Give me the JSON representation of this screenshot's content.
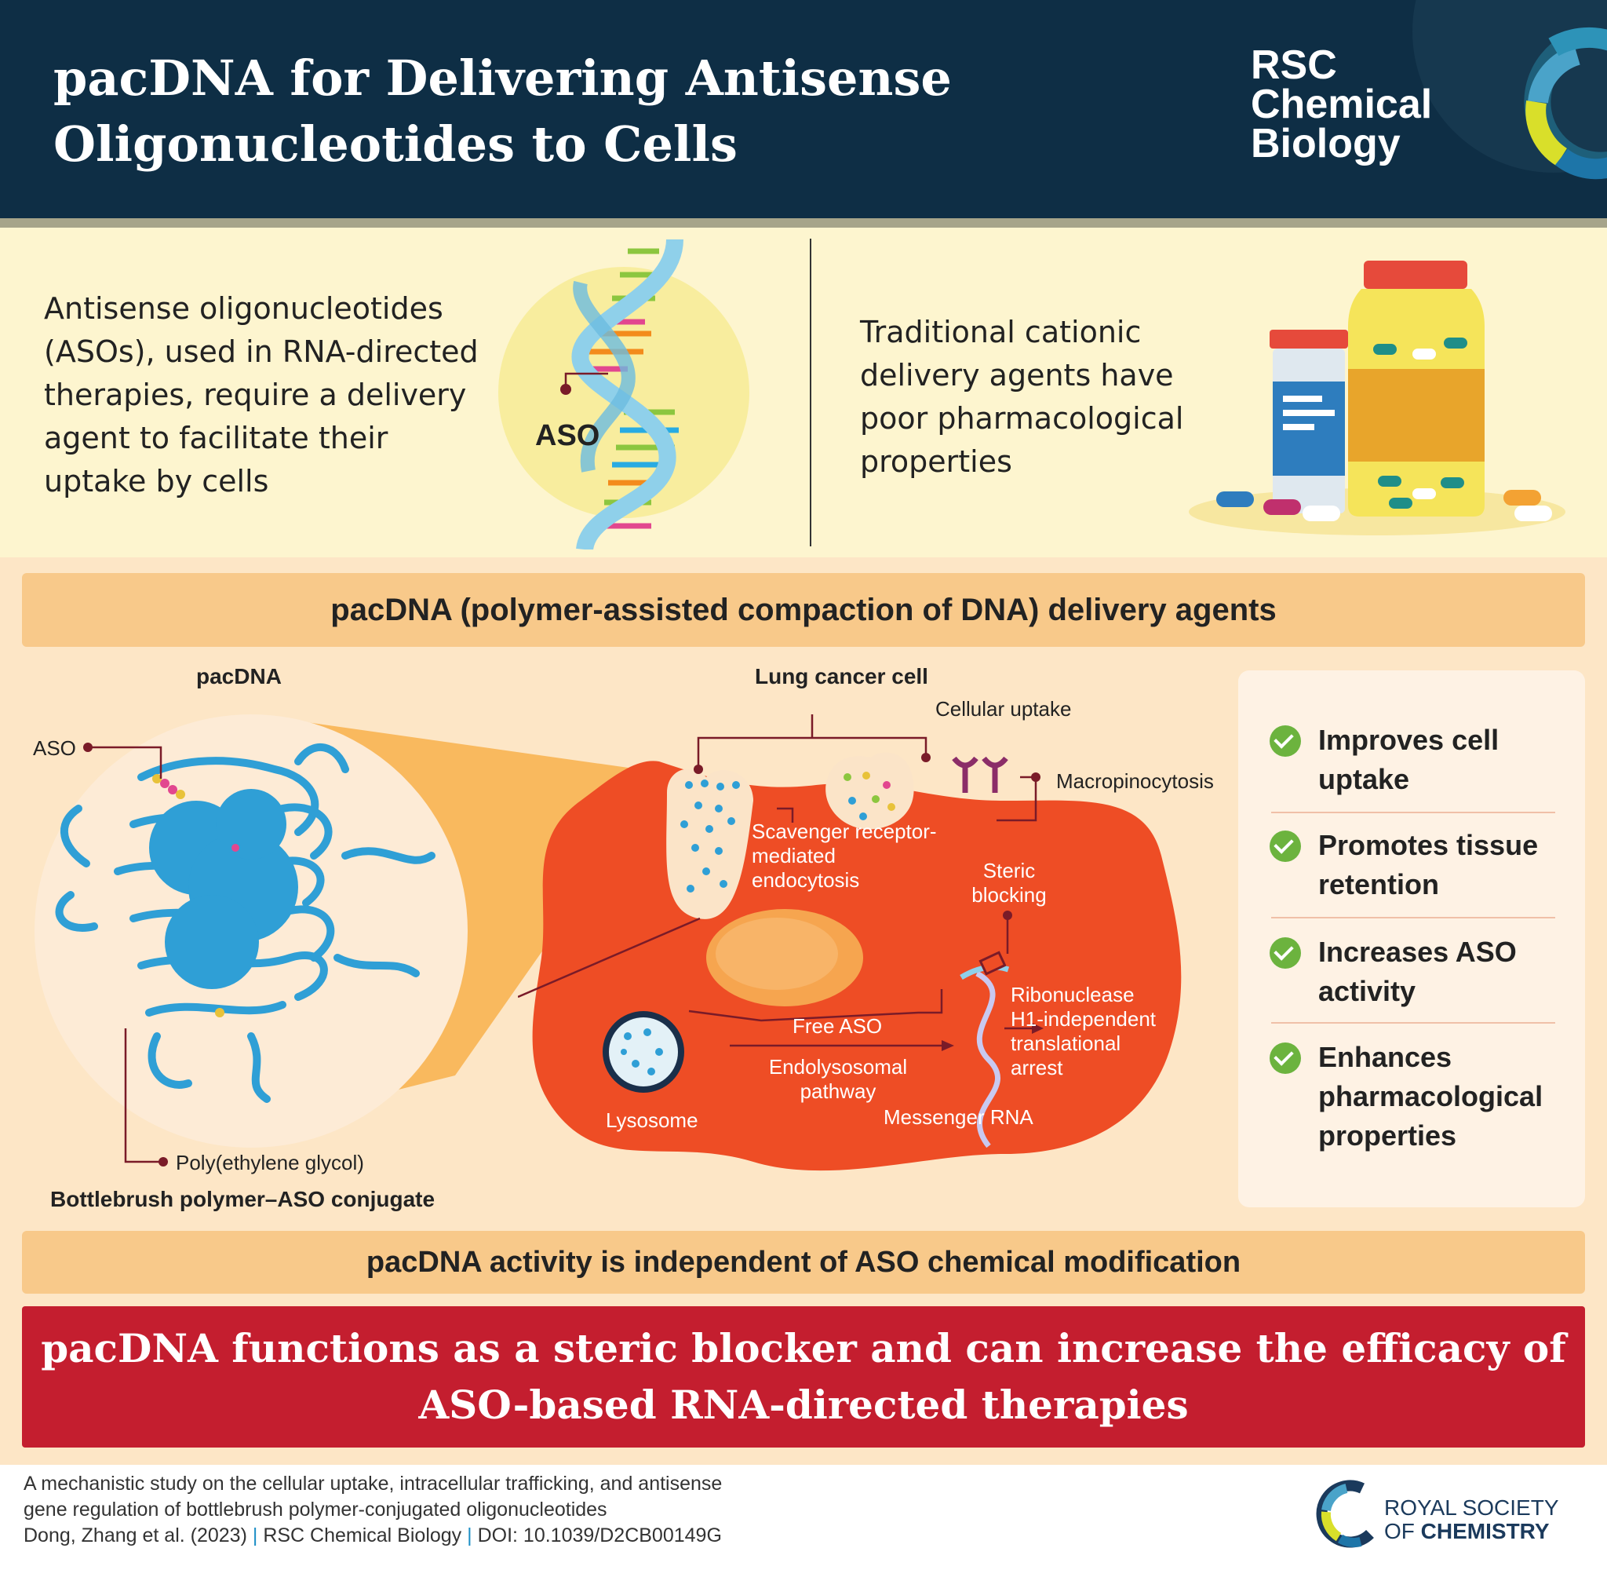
{
  "header": {
    "title_line1": "pacDNA for Delivering Antisense",
    "title_line2": "Oligonucleotides to Cells",
    "journal_line1": "RSC",
    "journal_line2": "Chemical",
    "journal_line3": "Biology"
  },
  "intro": {
    "left_text": "Antisense oligonucleotides (ASOs), used in RNA-directed therapies, require a delivery agent to facilitate their uptake by cells",
    "aso_label": "ASO",
    "right_text": "Traditional cationic delivery agents have poor pharmacological properties"
  },
  "section": {
    "banner": "pacDNA (polymer-assisted compaction of DNA) delivery agents"
  },
  "pacdna_panel": {
    "title": "pacDNA",
    "aso_label": "ASO",
    "peg_label": "Poly(ethylene glycol)",
    "conjugate_label": "Bottlebrush polymer–ASO conjugate"
  },
  "cell_panel": {
    "title": "Lung cancer cell",
    "cellular_uptake": "Cellular uptake",
    "macropinocytosis": "Macropinocytosis",
    "scavenger": "Scavenger receptor-mediated endocytosis",
    "steric_blocking": "Steric blocking",
    "ribonuclease": "Ribonuclease H1-independent translational arrest",
    "free_aso": "Free ASO",
    "endolysosomal": "Endolysosomal pathway",
    "lysosome": "Lysosome",
    "messenger_rna": "Messenger RNA"
  },
  "benefits": [
    "Improves cell uptake",
    "Promotes tissue retention",
    "Increases ASO activity",
    "Enhances pharmacological properties"
  ],
  "activity_banner": "pacDNA activity is independent of ASO chemical modification",
  "conclusion": "pacDNA functions as a steric blocker and can increase the efficacy of ASO-based RNA-directed therapies",
  "footer": {
    "citation_line1": "A mechanistic study on the cellular uptake, intracellular trafficking, and antisense",
    "citation_line2": "gene regulation of bottlebrush polymer-conjugated oligonucleotides",
    "authors": "Dong, Zhang  et al. (2023)",
    "journal": "RSC Chemical Biology",
    "doi": "DOI: 10.1039/D2CB00149G",
    "rsc_line1": "ROYAL SOCIETY",
    "rsc_line2_prefix": "OF ",
    "rsc_line2_bold": "CHEMISTRY"
  },
  "colors": {
    "header_bg": "#0e2e45",
    "intro_bg": "#fdf5cf",
    "section_bg": "#fde6c6",
    "banner_bg": "#f8c98a",
    "cell_red": "#ee4d25",
    "conclusion_red": "#c41e2f",
    "check_green": "#6cb33e",
    "dna_blue": "#8fd0ea"
  },
  "icons": [
    "rsc-journal-logo",
    "dna-helix-icon",
    "pill-bottles-icon",
    "bottlebrush-polymer-icon",
    "lung-cancer-cell-icon",
    "lysosome-icon",
    "receptor-icon",
    "mrna-icon",
    "check-icon",
    "rsc-logo"
  ]
}
